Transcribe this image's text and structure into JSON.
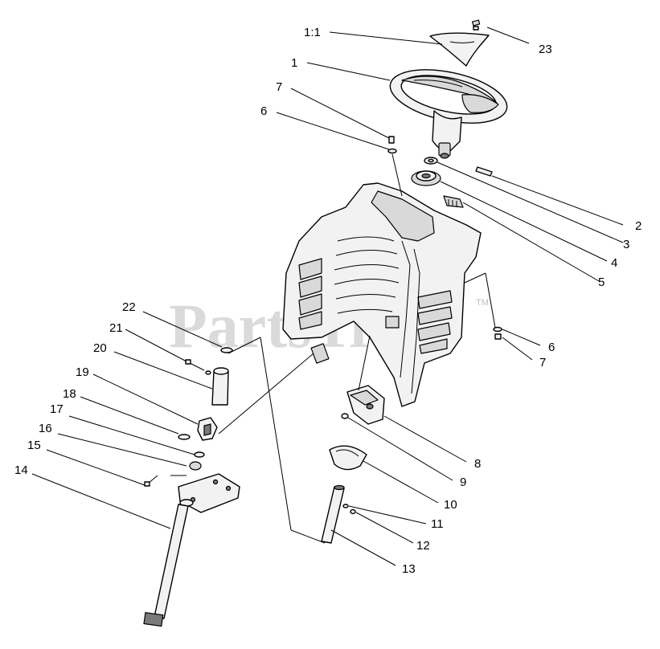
{
  "watermark": {
    "text": "PartsTree",
    "trademark": "TM"
  },
  "callouts": [
    {
      "id": "c-1-1",
      "label": "1:1"
    },
    {
      "id": "c-1",
      "label": "1"
    },
    {
      "id": "c-23",
      "label": "23"
    },
    {
      "id": "c-7a",
      "label": "7"
    },
    {
      "id": "c-6a",
      "label": "6"
    },
    {
      "id": "c-2",
      "label": "2"
    },
    {
      "id": "c-3",
      "label": "3"
    },
    {
      "id": "c-4",
      "label": "4"
    },
    {
      "id": "c-5",
      "label": "5"
    },
    {
      "id": "c-6b",
      "label": "6"
    },
    {
      "id": "c-7b",
      "label": "7"
    },
    {
      "id": "c-8",
      "label": "8"
    },
    {
      "id": "c-9",
      "label": "9"
    },
    {
      "id": "c-10",
      "label": "10"
    },
    {
      "id": "c-11",
      "label": "11"
    },
    {
      "id": "c-12",
      "label": "12"
    },
    {
      "id": "c-13",
      "label": "13"
    },
    {
      "id": "c-14",
      "label": "14"
    },
    {
      "id": "c-15",
      "label": "15"
    },
    {
      "id": "c-16",
      "label": "16"
    },
    {
      "id": "c-17",
      "label": "17"
    },
    {
      "id": "c-18",
      "label": "18"
    },
    {
      "id": "c-19",
      "label": "19"
    },
    {
      "id": "c-20",
      "label": "20"
    },
    {
      "id": "c-21",
      "label": "21"
    },
    {
      "id": "c-22",
      "label": "22"
    }
  ]
}
